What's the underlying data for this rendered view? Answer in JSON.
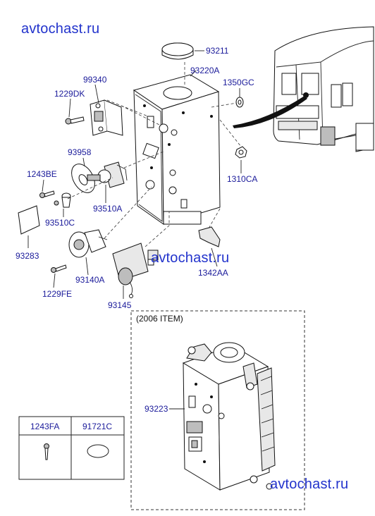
{
  "watermark": "avtochast.ru",
  "inset": {
    "title": "(2006 ITEM)"
  },
  "parts": {
    "p93211": "93211",
    "p93220A": "93220A",
    "p99340": "99340",
    "p1229DK": "1229DK",
    "p1350GC": "1350GC",
    "p93958": "93958",
    "p1243BE": "1243BE",
    "p1310CA": "1310CA",
    "p93510A": "93510A",
    "p93510C": "93510C",
    "p93283": "93283",
    "p1342AA": "1342AA",
    "p93140A": "93140A",
    "p1229FE": "1229FE",
    "p93145": "93145",
    "p93223": "93223"
  },
  "legend": {
    "col1": "1243FA",
    "col2": "91721C"
  }
}
